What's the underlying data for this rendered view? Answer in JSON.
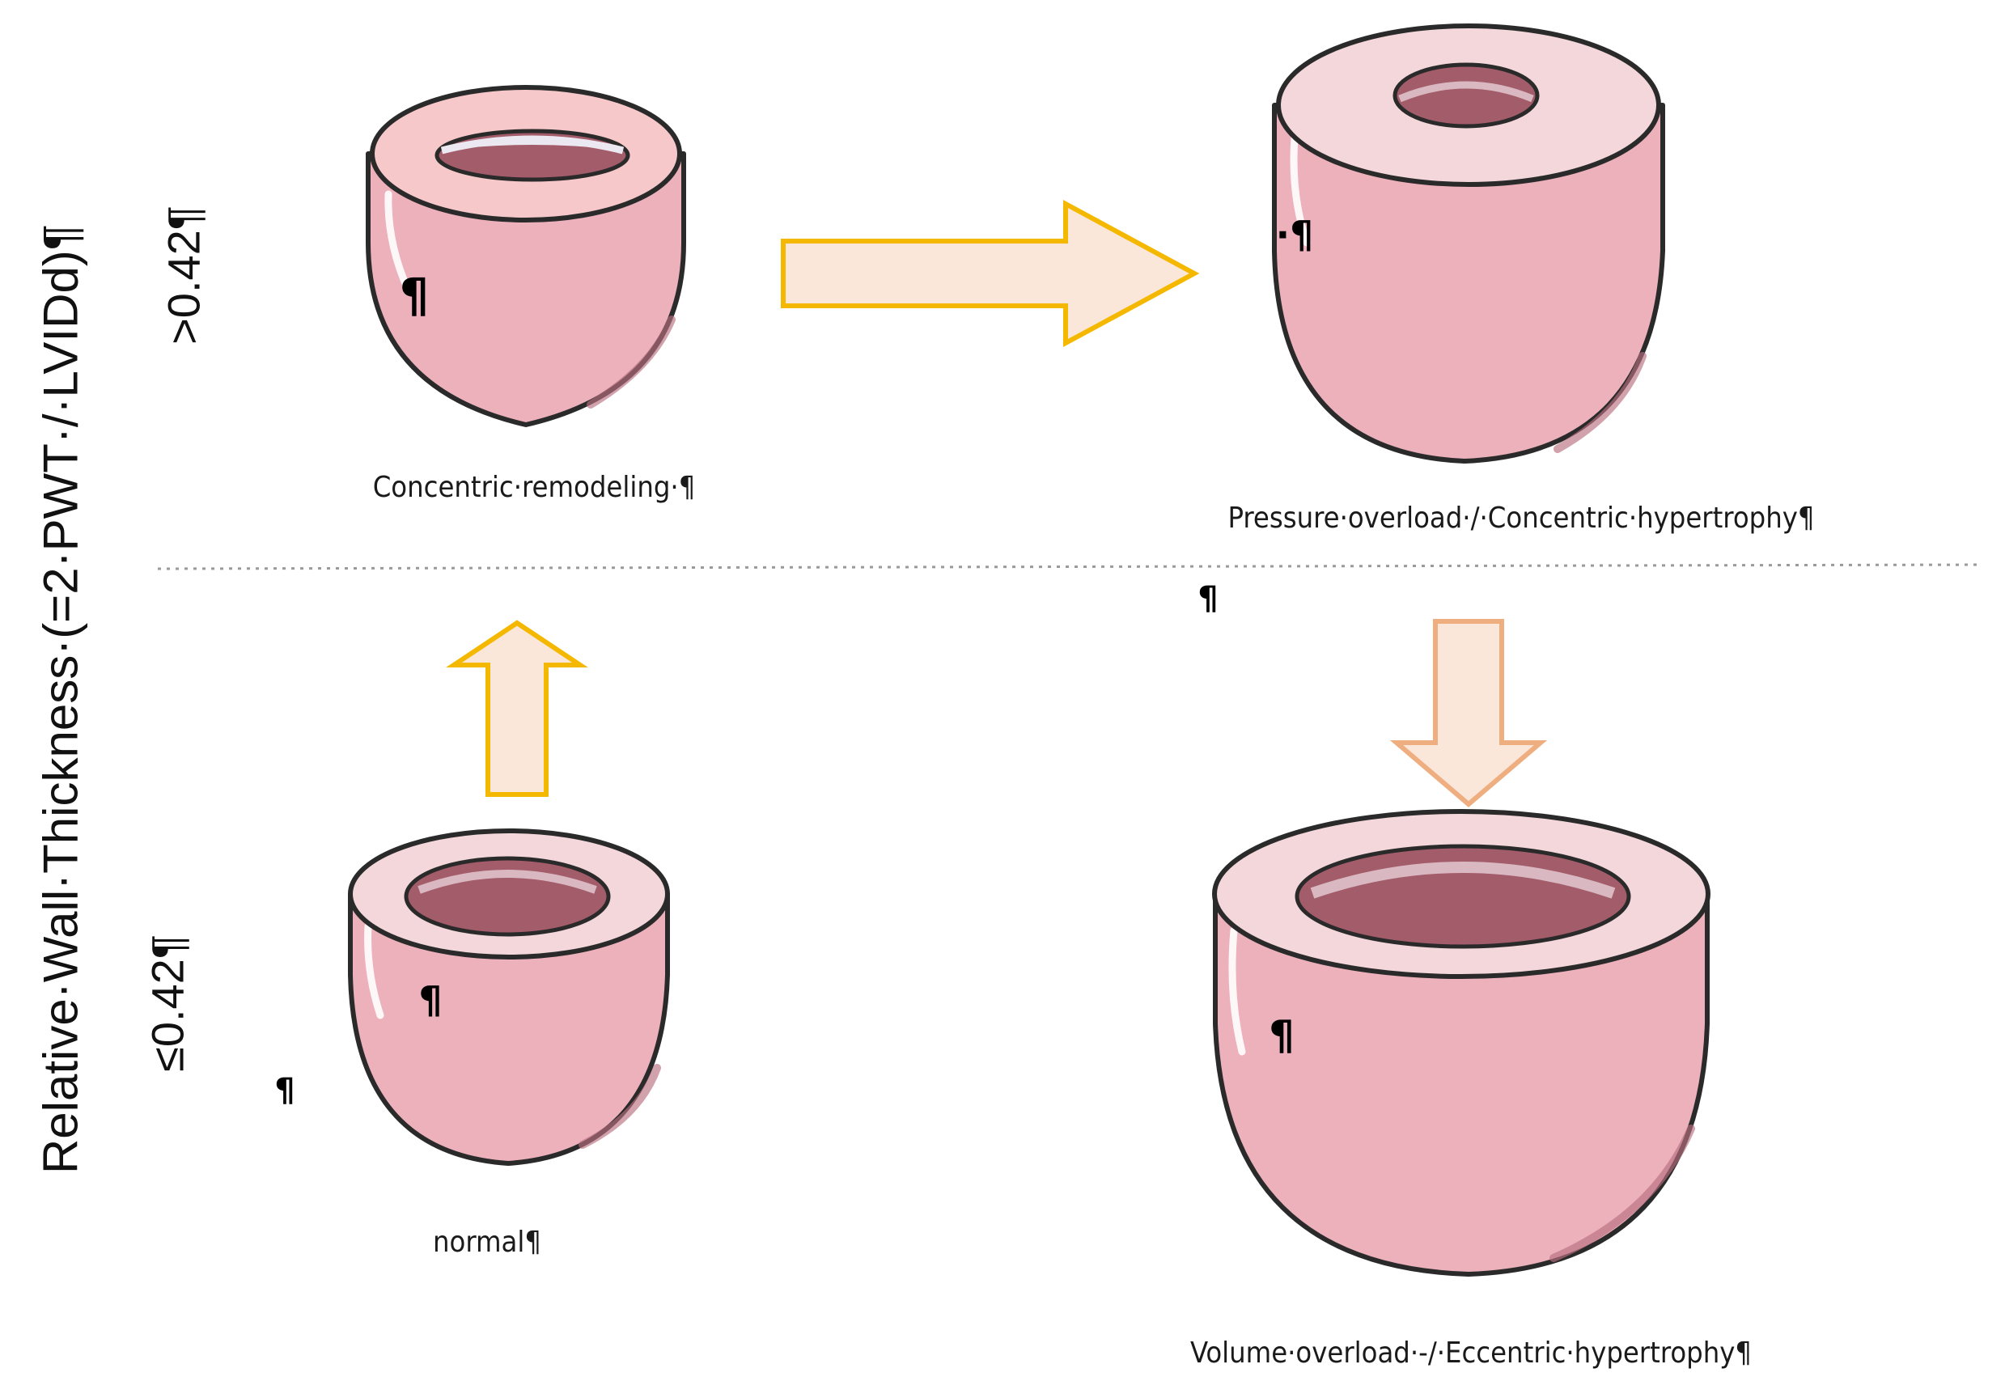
{
  "axis": {
    "label": "Relative·Wall·Thickness·(=2·PWT·/·LVIDd)¶",
    "upper_threshold": ">0.42¶",
    "lower_threshold": "≤0.42¶"
  },
  "states": {
    "concentric_remodeling": {
      "caption": "Concentric·remodeling·¶",
      "marker": "¶"
    },
    "concentric_hypertrophy": {
      "caption": "Pressure·overload·/·Concentric·hypertrophy¶",
      "marker": "·¶"
    },
    "normal": {
      "caption": "normal¶",
      "marker": "¶"
    },
    "eccentric_hypertrophy": {
      "caption": "Volume·overload·-/·Eccentric·hypertrophy¶",
      "marker": "¶"
    }
  },
  "stray_marks": {
    "middle": "¶",
    "left": "¶"
  },
  "colors": {
    "wall": "#ecb1bb",
    "rim_light": "#f3d7da",
    "rim_pink": "#f7c8ca",
    "cavity": "#a35c6a",
    "outline": "#2a2a2a",
    "arrow_fill": "#fbe6da",
    "arrow_yellow": "#f5b800",
    "arrow_orange": "#eeae80",
    "divider": "#9a9a9a"
  }
}
